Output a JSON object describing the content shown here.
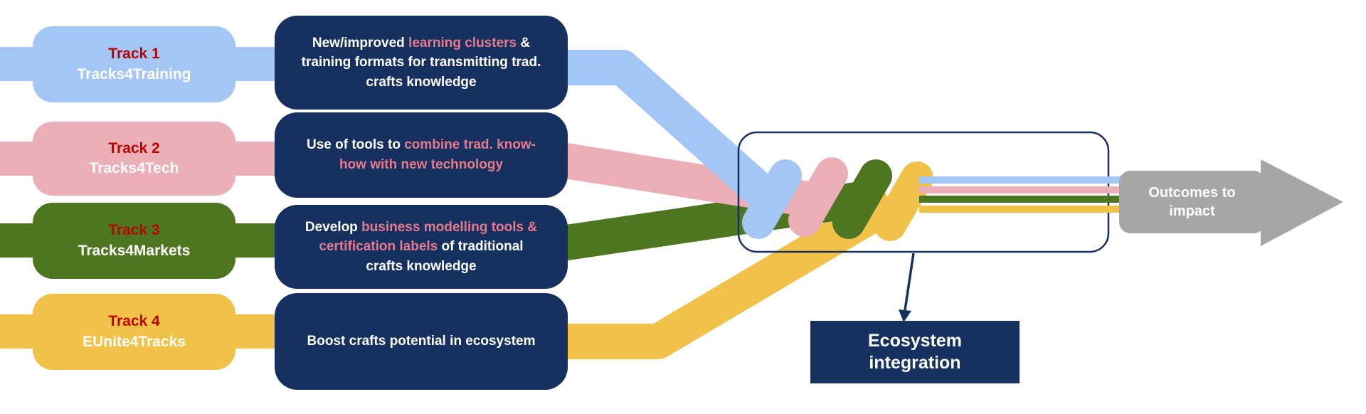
{
  "tracks": [
    {
      "label": "Track 1",
      "name": "Tracks4Training"
    },
    {
      "label": "Track 2",
      "name": "Tracks4Tech"
    },
    {
      "label": "Track 3",
      "name": "Tracks4Markets"
    },
    {
      "label": "Track 4",
      "name": "EUnite4Tracks"
    }
  ],
  "work_packages": [
    {
      "segments": [
        {
          "text": "New/improved ",
          "highlight": false
        },
        {
          "text": "learning clusters",
          "highlight": true
        },
        {
          "text": " & training formats for transmitting trad. crafts knowledge",
          "highlight": false
        }
      ]
    },
    {
      "segments": [
        {
          "text": "Use of tools to ",
          "highlight": false
        },
        {
          "text": "combine trad. know-how with new technology",
          "highlight": true
        }
      ]
    },
    {
      "segments": [
        {
          "text": "Develop ",
          "highlight": false
        },
        {
          "text": "business modelling tools & certification labels",
          "highlight": true
        },
        {
          "text": " of traditional crafts knowledge",
          "highlight": false
        }
      ]
    },
    {
      "segments": [
        {
          "text": "Boost crafts potential in ecosystem",
          "highlight": false
        }
      ]
    }
  ],
  "ecosystem_label": "Ecosystem integration",
  "outcomes_label": "Outcomes to impact",
  "colors": {
    "track1_blue": "#A4C6F4",
    "track2_pink": "#EBAFB7",
    "track3_green": "#4E7520",
    "track4_yellow": "#F1C24A",
    "navy": "#16315F",
    "gray": "#A6A6A6",
    "track_label_red": "#C00000",
    "highlight_pink": "#E57A8C"
  }
}
